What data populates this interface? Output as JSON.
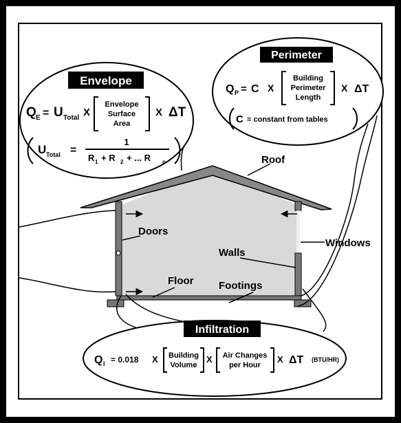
{
  "envelope": {
    "title": "Envelope",
    "q": "Q",
    "q_sub": "E",
    "u": "U",
    "u_sub": "Total",
    "times": "X",
    "bracket_line1": "Envelope",
    "bracket_line2": "Surface",
    "bracket_line3": "Area",
    "delta_t": "ΔT",
    "u_total": "U",
    "u_total_sub": "Total",
    "numerator": "1",
    "r1": "R",
    "r1_sub": "1",
    "plus_r2": "+ R",
    "r2_sub": "2",
    "plus_rn": "+ ... R",
    "rn_sub": "n"
  },
  "perimeter": {
    "title": "Perimeter",
    "q": "Q",
    "q_sub": "P",
    "c": "C",
    "times": "X",
    "bracket_line1": "Building",
    "bracket_line2": "Perimeter",
    "bracket_line3": "Length",
    "delta_t": "ΔT",
    "constant_c": "C",
    "constant_text": "= constant from tables"
  },
  "infiltration": {
    "title": "Infiltration",
    "q": "Q",
    "q_sub": "I",
    "coefficient": "= 0.018",
    "times": "X",
    "volume_line1": "Building",
    "volume_line2": "Volume",
    "ach_line1": "Air Changes",
    "ach_line2": "per Hour",
    "delta_t": "ΔT",
    "units": "(BTU/HR)"
  },
  "labels": {
    "roof": "Roof",
    "doors": "Doors",
    "walls": "Walls",
    "windows": "Windows",
    "floor": "Floor",
    "footings": "Footings"
  },
  "colors": {
    "house_interior": "#d9d9d9",
    "window_glass": "#eeeeee",
    "wall": "#777777",
    "frame": "#000000",
    "panel": "#ffffff"
  }
}
